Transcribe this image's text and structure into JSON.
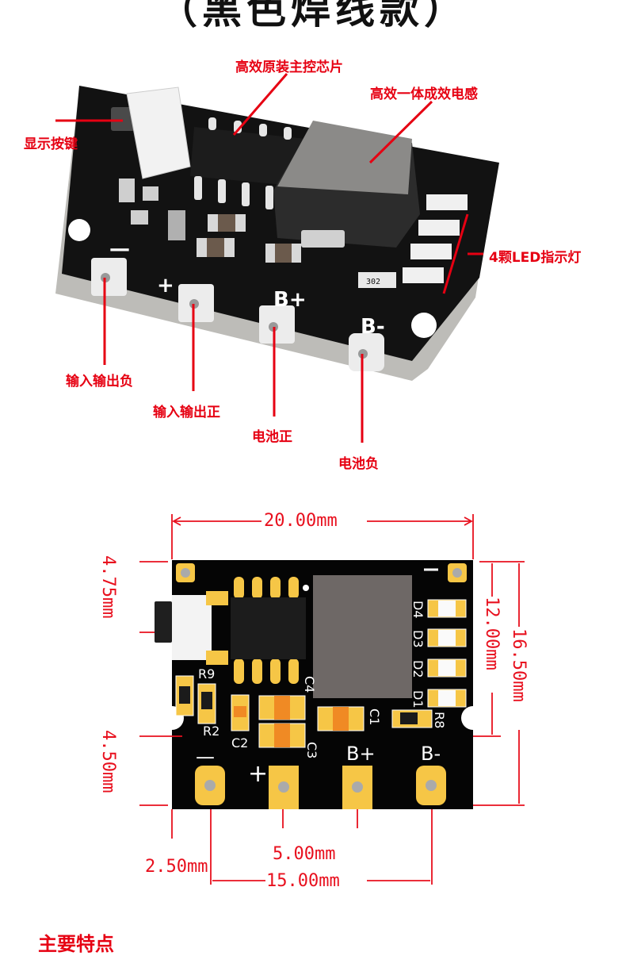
{
  "header": {
    "title": "（黑色焊线款）"
  },
  "photo_callouts": {
    "display_button": "显示按键",
    "main_chip": "高效原装主控芯片",
    "inductor": "高效一体成效电感",
    "led_indicators": "4颗LED指示灯",
    "io_negative": "输入输出负",
    "io_positive": "输入输出正",
    "battery_positive": "电池正",
    "battery_negative": "电池负"
  },
  "board_silkscreen": {
    "pad_minus": "—",
    "pad_plus": "+",
    "pad_bplus": "B+",
    "pad_bminus": "B-",
    "r9": "R9",
    "r2": "R2",
    "r8": "R8",
    "c1": "C1",
    "c2": "C2",
    "c3": "C3",
    "c4": "C4",
    "d1": "D1",
    "d2": "D2",
    "d3": "D3",
    "d4": "D4",
    "resistor_code": "302"
  },
  "dimensions": {
    "width": "20.00mm",
    "height_total": "16.50mm",
    "height_inner": "12.00mm",
    "top_to_button": "4.75mm",
    "notch_to_bottom": "4.50mm",
    "edge_to_pad": "2.50mm",
    "pad_pitch": "5.00mm",
    "pad_span": "15.00mm"
  },
  "colors": {
    "accent_red": "#e60012",
    "pcb_black": "#0a0a0a",
    "pad_gold": "#f6c646",
    "inductor_gray": "#6e6866"
  },
  "footer": {
    "section_title": "主要特点"
  }
}
